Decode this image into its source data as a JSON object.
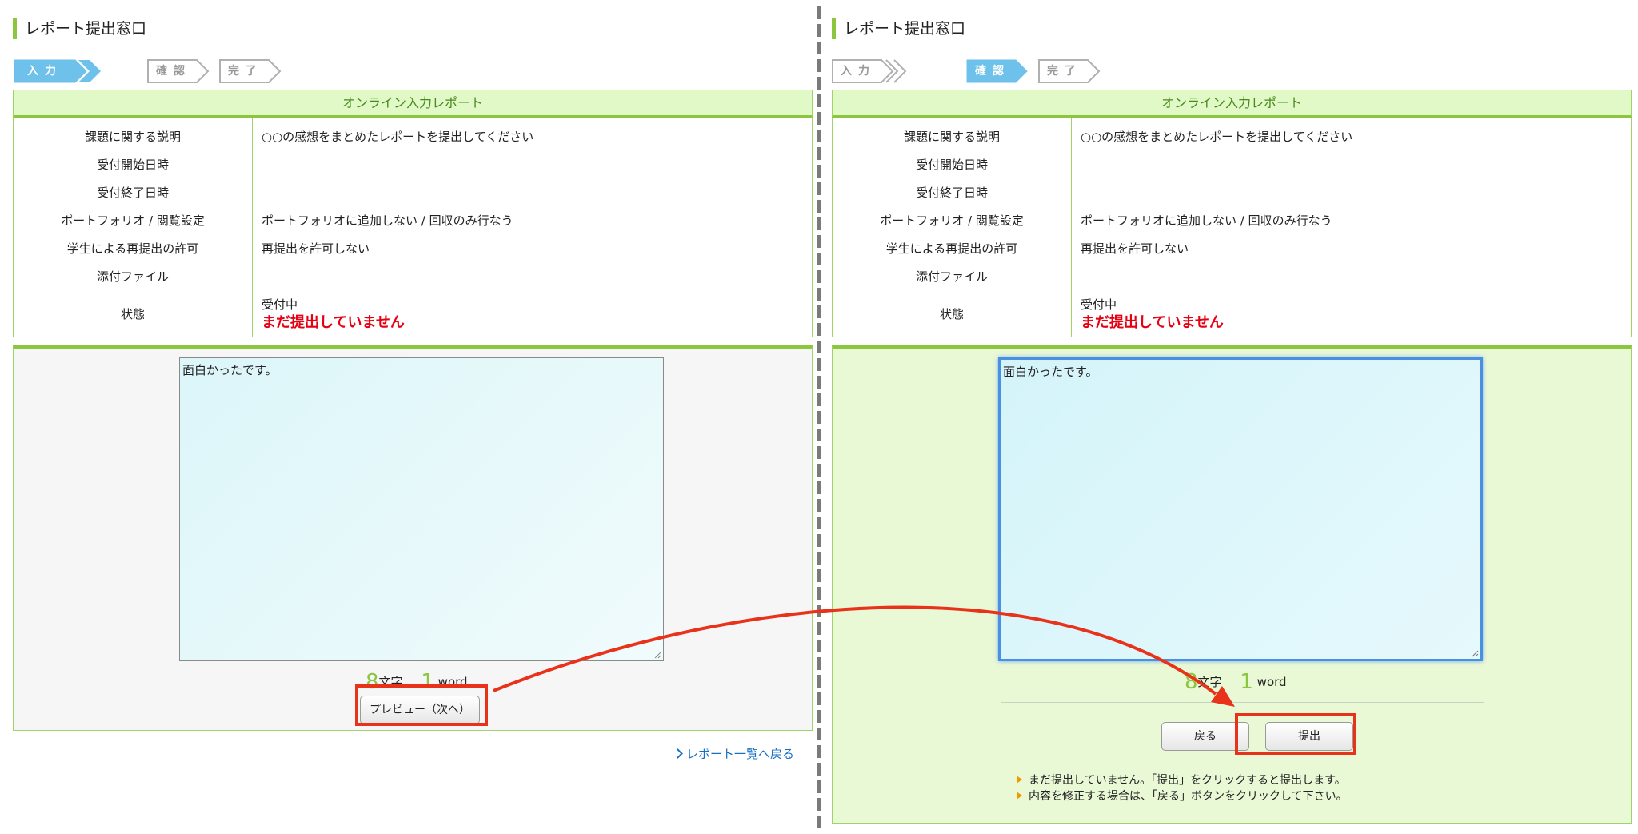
{
  "colors": {
    "accent": "#8cc63f",
    "header_bg": "#e1f8c7",
    "step_active": "#6ec1ea",
    "status_red": "#e60012",
    "highlight_red": "#e8321a",
    "focus_blue": "#4a90e2"
  },
  "left": {
    "title": "レポート提出窓口",
    "steps": [
      {
        "label": "入力",
        "state": "active"
      },
      {
        "label": "確認",
        "state": "inactive"
      },
      {
        "label": "完了",
        "state": "inactive"
      }
    ],
    "info": {
      "header": "オンライン入力レポート",
      "rows": [
        {
          "label": "課題に関する説明",
          "value": "○○の感想をまとめたレポートを提出してください"
        },
        {
          "label": "受付開始日時",
          "value": ""
        },
        {
          "label": "受付終了日時",
          "value": ""
        },
        {
          "label": "ポートフォリオ / 閲覧設定",
          "value": "ポートフォリオに追加しない / 回収のみ行なう"
        },
        {
          "label": "学生による再提出の許可",
          "value": "再提出を許可しない"
        },
        {
          "label": "添付ファイル",
          "value": ""
        }
      ],
      "status_label": "状態",
      "status_value": "受付中",
      "status_alert": "まだ提出していません"
    },
    "editor": {
      "text": "面白かったです。",
      "char_count": "8",
      "char_unit": "文字",
      "word_count": "1",
      "word_unit": "word"
    },
    "preview_button": "プレビュー（次へ）",
    "back_link": "レポート一覧へ戻る"
  },
  "right": {
    "title": "レポート提出窓口",
    "steps": [
      {
        "label": "入力",
        "state": "inactive"
      },
      {
        "label": "確認",
        "state": "active"
      },
      {
        "label": "完了",
        "state": "inactive"
      }
    ],
    "info": {
      "header": "オンライン入力レポート",
      "rows": [
        {
          "label": "課題に関する説明",
          "value": "○○の感想をまとめたレポートを提出してください"
        },
        {
          "label": "受付開始日時",
          "value": ""
        },
        {
          "label": "受付終了日時",
          "value": ""
        },
        {
          "label": "ポートフォリオ / 閲覧設定",
          "value": "ポートフォリオに追加しない / 回収のみ行なう"
        },
        {
          "label": "学生による再提出の許可",
          "value": "再提出を許可しない"
        },
        {
          "label": "添付ファイル",
          "value": ""
        }
      ],
      "status_label": "状態",
      "status_value": "受付中",
      "status_alert": "まだ提出していません"
    },
    "editor": {
      "text": "面白かったです。",
      "char_count": "8",
      "char_unit": "文字",
      "word_count": "1",
      "word_unit": "word"
    },
    "back_button": "戻る",
    "submit_button": "提出",
    "notes": [
      "まだ提出していません。「提出」をクリックすると提出します。",
      "内容を修正する場合は、「戻る」ボタンをクリックして下さい。"
    ]
  }
}
